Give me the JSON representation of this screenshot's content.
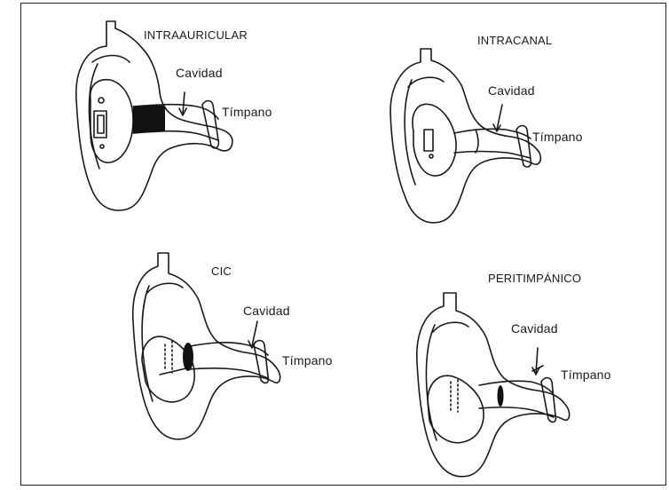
{
  "figure": {
    "panels": [
      {
        "title": "INTRAAURICULAR",
        "labels": {
          "cavity": "Cavidad",
          "eardrum": "Tímpano"
        }
      },
      {
        "title": "INTRACANAL",
        "labels": {
          "cavity": "Cavidad",
          "eardrum": "Tímpano"
        }
      },
      {
        "title": "CIC",
        "labels": {
          "cavity": "Cavidad",
          "eardrum": "Tímpano"
        }
      },
      {
        "title": "PERITIMPÁNICO",
        "labels": {
          "cavity": "Cavidad",
          "eardrum": "Tímpano"
        }
      }
    ]
  },
  "colors": {
    "ink": "#1a1a1a",
    "fill": "#111111"
  }
}
